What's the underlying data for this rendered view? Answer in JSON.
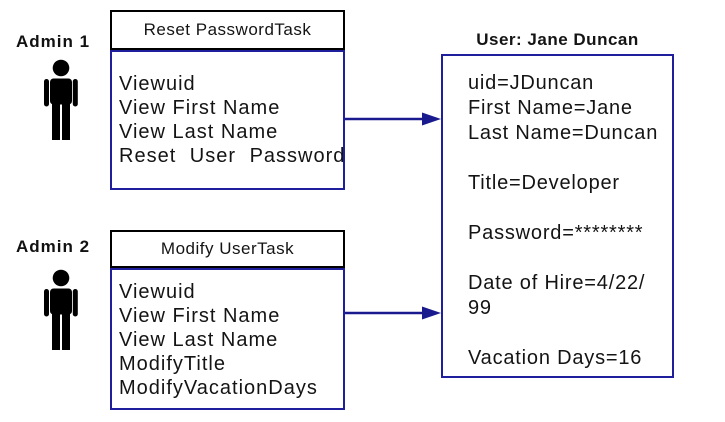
{
  "figure": {
    "admins": [
      {
        "label": "Admin 1"
      },
      {
        "label": "Admin 2"
      }
    ],
    "task_boxes": [
      {
        "title": "Reset PasswordTask",
        "items": [
          "Viewuid",
          "View First Name",
          "View Last Name",
          "Reset User Password"
        ]
      },
      {
        "title": "Modify UserTask",
        "items": [
          "Viewuid",
          "View First Name",
          "View Last Name",
          "ModifyTitle",
          "ModifyVacationDays"
        ]
      }
    ],
    "user_card": {
      "title": "User: Jane Duncan",
      "lines": [
        "uid=JDuncan",
        "First Name=Jane",
        "Last Name=Duncan",
        "",
        "Title=Developer",
        "",
        "Password=********",
        "",
        "Date of Hire=4/22/",
        "99",
        "",
        "Vacation Days=16"
      ]
    },
    "colors": {
      "border_blue": "#1f1f9e",
      "border_black": "#000000",
      "arrow": "#1a1a8f",
      "icon_black": "#000000",
      "text": "#141414"
    }
  }
}
